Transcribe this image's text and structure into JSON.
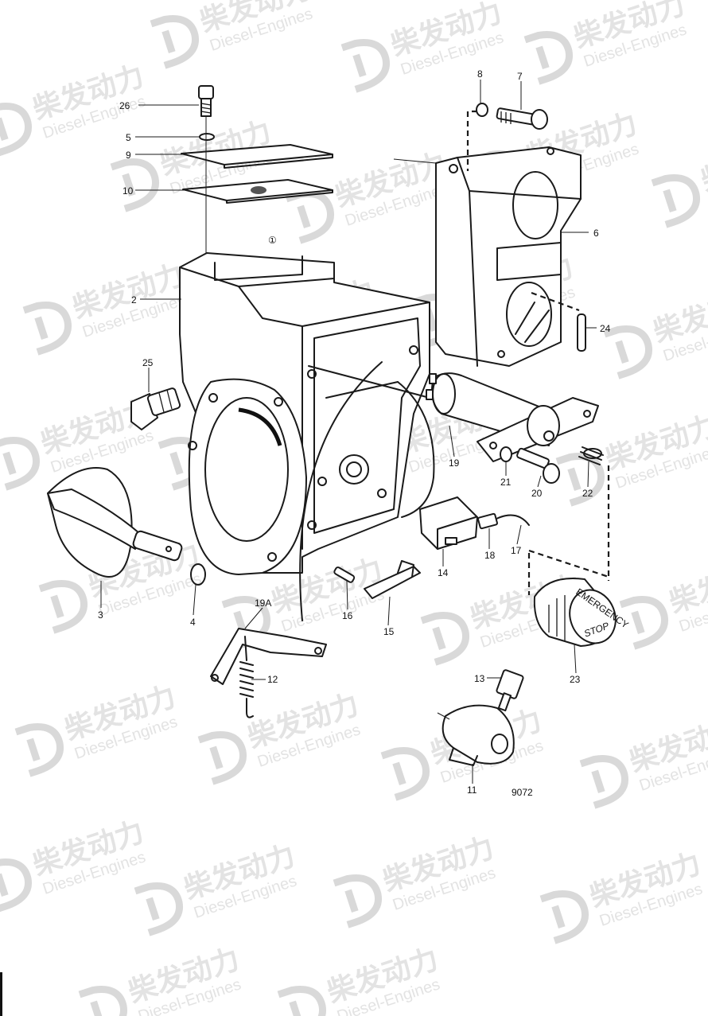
{
  "drawing": {
    "ref_number": "9072",
    "note_marker": "①"
  },
  "watermark": {
    "brand_cn": "柴发动力",
    "brand_en": "Diesel-Engines"
  },
  "callouts": [
    {
      "id": "26",
      "label": "26"
    },
    {
      "id": "5",
      "label": "5"
    },
    {
      "id": "9",
      "label": "9"
    },
    {
      "id": "10",
      "label": "10"
    },
    {
      "id": "2",
      "label": "2"
    },
    {
      "id": "25",
      "label": "25"
    },
    {
      "id": "3",
      "label": "3"
    },
    {
      "id": "4",
      "label": "4"
    },
    {
      "id": "19A",
      "label": "19A"
    },
    {
      "id": "12",
      "label": "12"
    },
    {
      "id": "16",
      "label": "16"
    },
    {
      "id": "15",
      "label": "15"
    },
    {
      "id": "14",
      "label": "14"
    },
    {
      "id": "18",
      "label": "18"
    },
    {
      "id": "17",
      "label": "17"
    },
    {
      "id": "19",
      "label": "19"
    },
    {
      "id": "21",
      "label": "21"
    },
    {
      "id": "20",
      "label": "20"
    },
    {
      "id": "22",
      "label": "22"
    },
    {
      "id": "23",
      "label": "23"
    },
    {
      "id": "13",
      "label": "13"
    },
    {
      "id": "11",
      "label": "11"
    },
    {
      "id": "8",
      "label": "8"
    },
    {
      "id": "7",
      "label": "7"
    },
    {
      "id": "6",
      "label": "6"
    },
    {
      "id": "24",
      "label": "24"
    }
  ],
  "stop_button": {
    "ring_text": "EMERGENCY",
    "face_text": "STOP"
  }
}
